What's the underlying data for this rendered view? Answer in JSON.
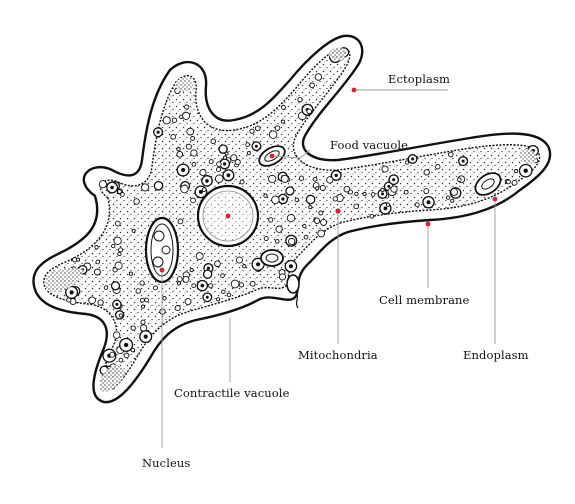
{
  "labels": {
    "ectoplasm": "Ectoplasm",
    "food_vacuole": "Food vacuole",
    "cell_membrane": "Cell membrane",
    "mitochondria": "Mitochondria",
    "endoplasm": "Endoplasm",
    "contractile_vacuole": "Contractile vacuole",
    "nucleus": "Nucleus"
  },
  "colors": {
    "ink": "#111111",
    "pointer_dot": "#d8203a",
    "leader_line": "#9a9a9a",
    "background": "#ffffff"
  }
}
